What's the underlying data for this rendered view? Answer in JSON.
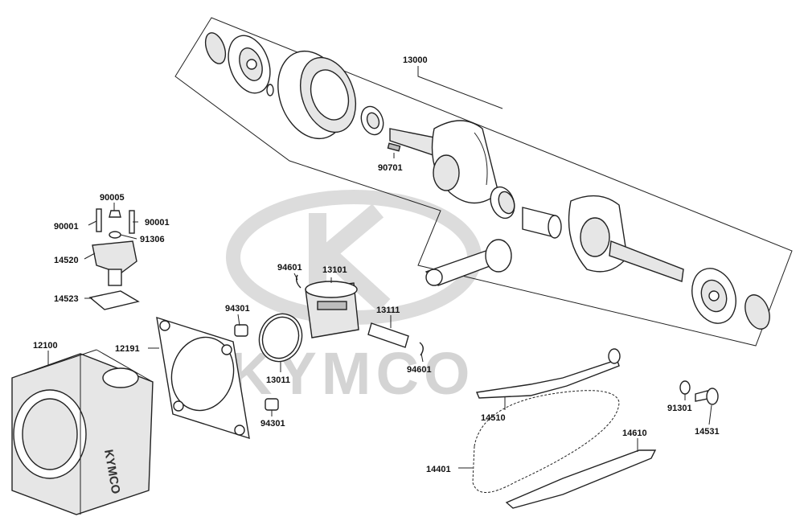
{
  "watermark": {
    "brand": "KYMCO"
  },
  "engraving": "KYMCO",
  "callouts": {
    "c13000": "13000",
    "c90701": "90701",
    "c90005": "90005",
    "c90001a": "90001",
    "c90001b": "90001",
    "c91306": "91306",
    "c14520": "14520",
    "c14523": "14523",
    "c94601a": "94601",
    "c13101": "13101",
    "c94301a": "94301",
    "c13111": "13111",
    "c12100": "12100",
    "c12191": "12191",
    "c13011": "13011",
    "c94601b": "94601",
    "c94301b": "94301",
    "c14510": "14510",
    "c91301": "91301",
    "c14531": "14531",
    "c14610": "14610",
    "c14401": "14401"
  }
}
